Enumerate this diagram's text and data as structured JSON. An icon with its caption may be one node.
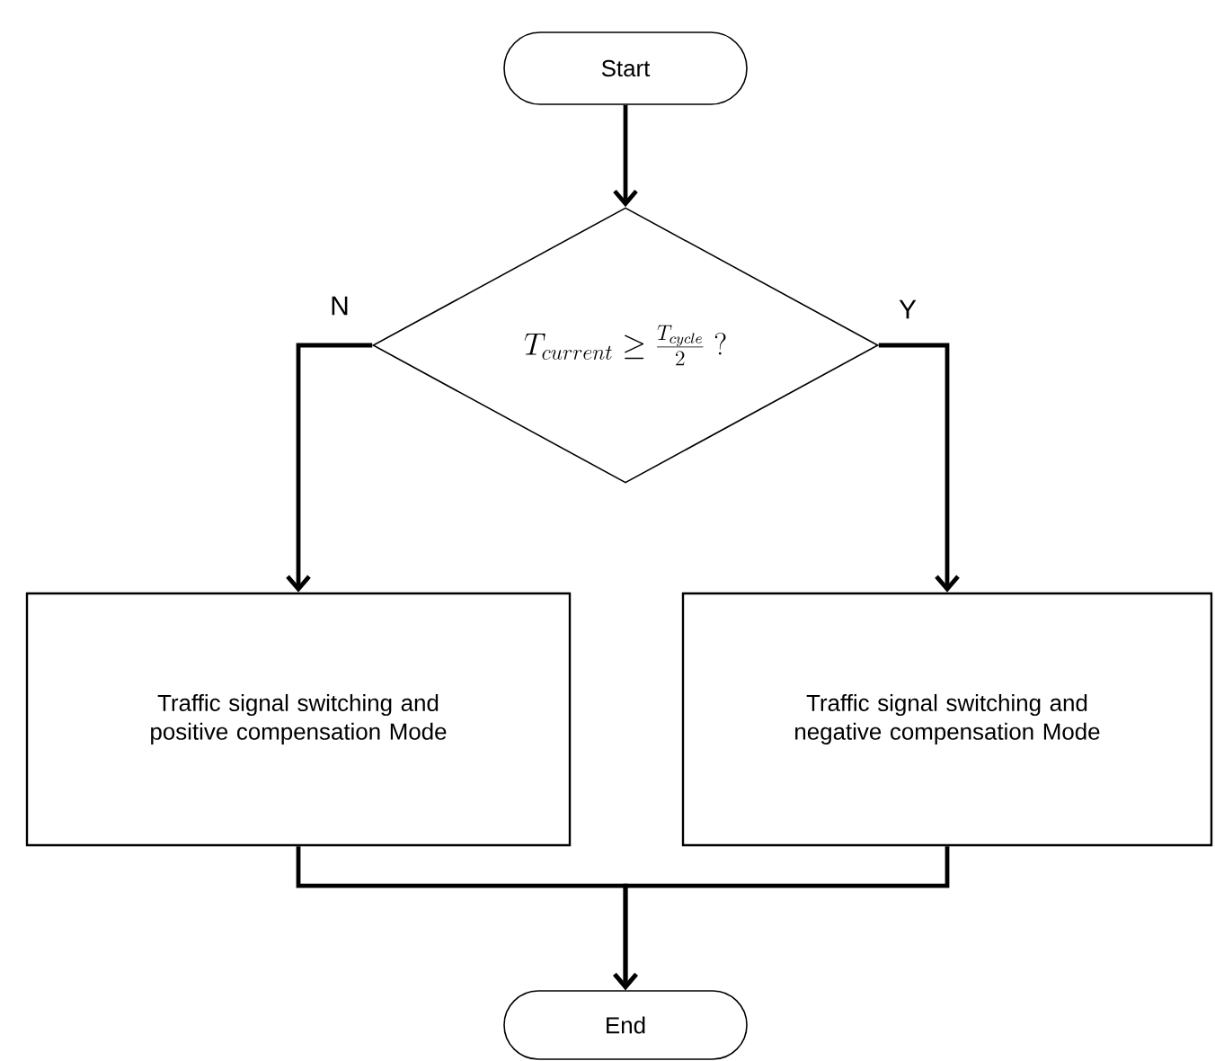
{
  "diagram": {
    "nodes": [
      {
        "text": [
          "Start"
        ]
      },
      {
        "text": [
          "T_{current} \\geq \\frac{T_{cycle}}{2}\\ ?"
        ]
      },
      {
        "text": [
          "Traffic signal switching and positive compensation Mode"
        ]
      },
      {
        "text": [
          "Traffic signal switching and negative compensation Mode"
        ]
      },
      {
        "text": [
          "End"
        ]
      }
    ],
    "edges": [
      {
        "from": 0,
        "to": 1,
        "arrow": "to"
      },
      {
        "from": 1,
        "to": 2,
        "arrow": "to",
        "label": "N"
      },
      {
        "from": 1,
        "to": 3,
        "arrow": "to",
        "label": "Y"
      },
      {
        "from": 2,
        "to": 4,
        "arrow": "to"
      },
      {
        "from": 3,
        "to": 4,
        "arrow": "to"
      }
    ]
  }
}
